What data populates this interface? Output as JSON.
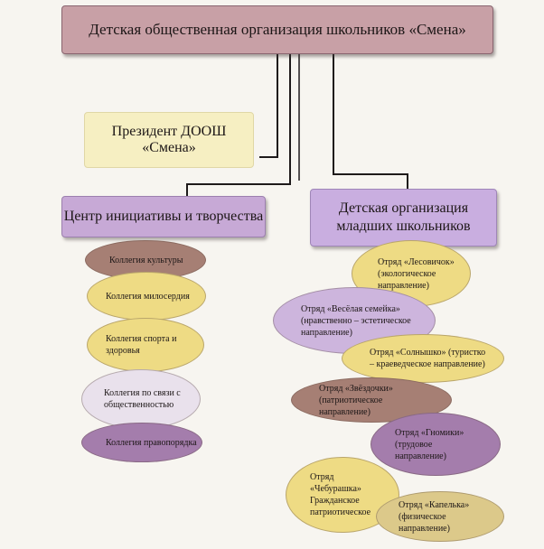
{
  "title": "Детская общественная организация школьников «Смена»",
  "president": "Президент ДООШ «Смена»",
  "center": {
    "title": "Центр инициативы и творчества",
    "items": [
      "Коллегия культуры",
      "Коллегия милосердия",
      "Коллегия спорта и здоровья",
      "Коллегия по связи с общественностью",
      "Коллегия правопорядка"
    ]
  },
  "junior": {
    "title": "Детская организация младших школьников",
    "items": [
      "Отряд «Лесовичок» (экологическое направление)",
      "Отряд «Весёлая семейка» (нравственно – эстетическое направление)",
      "Отряд «Солнышко» (туристко – краеведческое направление)",
      "Отряд «Звёздочки» (патриотическое направление)",
      "Отряд «Гномики» (трудовое направление)",
      "Отряд «Чебурашка» Гражданское патриотическое",
      "Отряд «Капелька» (физическое направление)"
    ]
  },
  "colors": {
    "title_bg": "#c8a0a6",
    "president_bg": "#f6efc2",
    "center_bg": "#c7a9d6",
    "junior_bg": "#c9aee0",
    "brown": "#a67f74",
    "yellow": "#eedb84",
    "lavender": "#cdb5dd",
    "plum": "#a47dac",
    "connector": "#1e1a1a"
  }
}
